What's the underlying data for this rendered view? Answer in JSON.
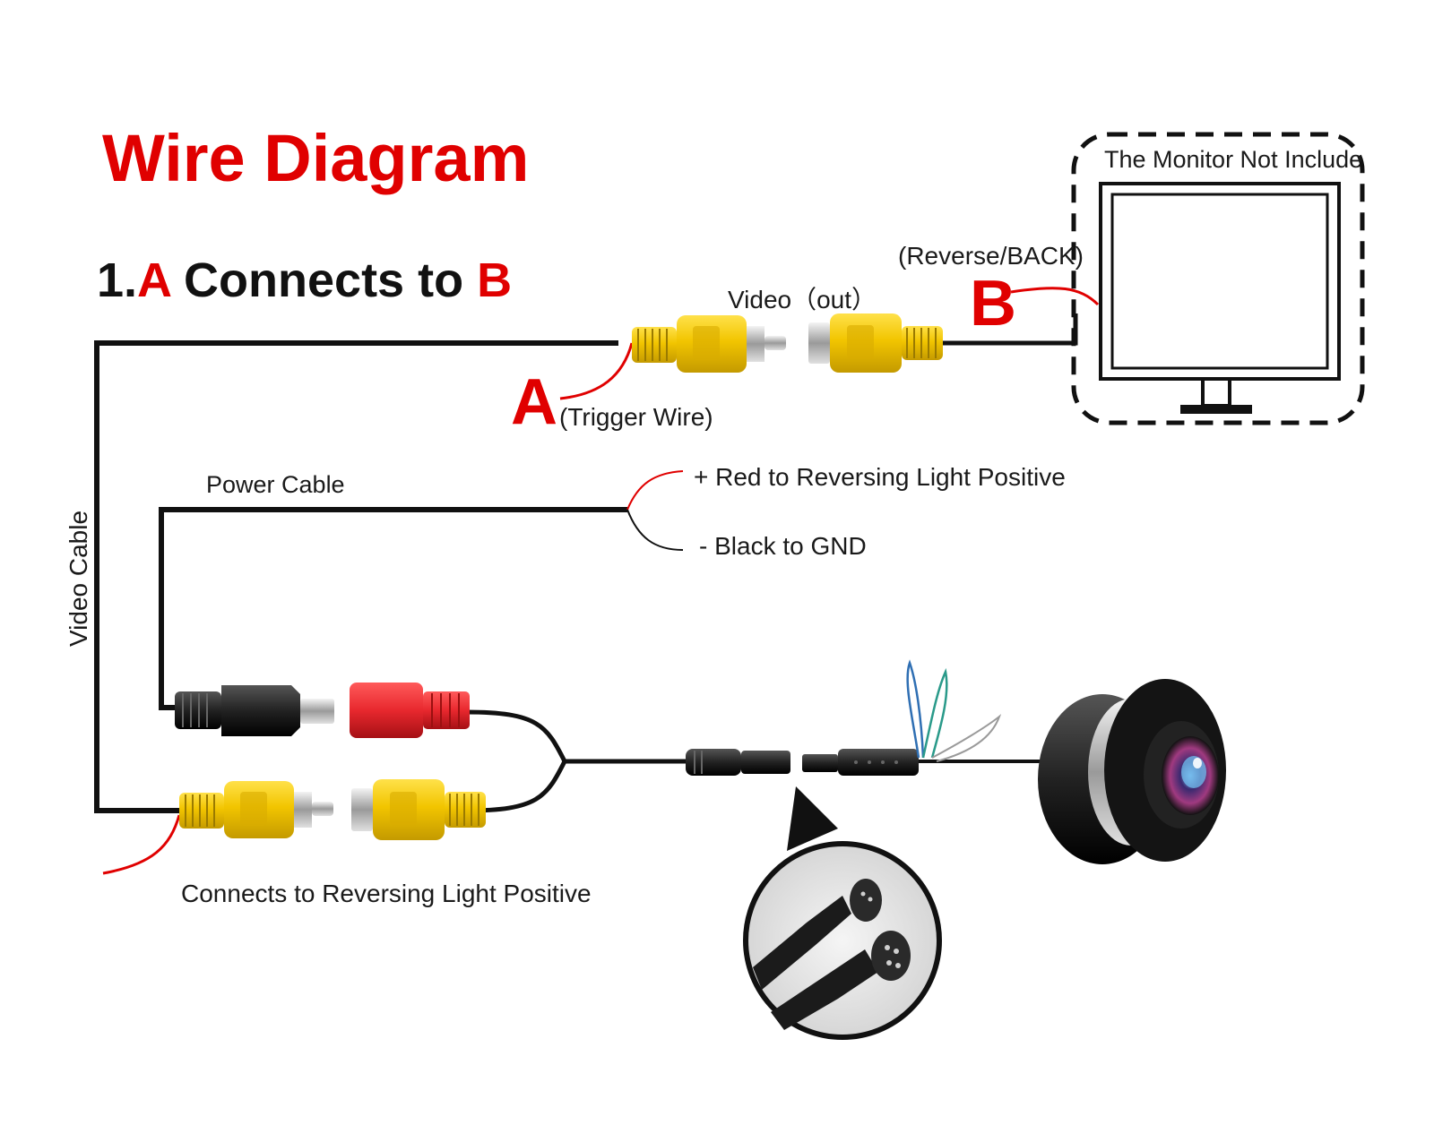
{
  "title": "Wire Diagram",
  "subtitle": {
    "prefix": "1.",
    "a": "A",
    "middle": " Connects to ",
    "b": "B"
  },
  "labels": {
    "video_out": "Video（out）",
    "reverse_back": "(Reverse/BACK)",
    "letter_b": "B",
    "letter_a": "A",
    "trigger_wire": "(Trigger Wire)",
    "monitor_not_include": "The Monitor Not Include",
    "power_cable": "Power Cable",
    "red_positive": "+ Red to Reversing Light Positive",
    "black_gnd": "- Black to GND",
    "video_cable": "Video Cable",
    "connects_reversing": "Connects to Reversing Light Positive"
  },
  "colors": {
    "accent_red": "#e00000",
    "rca_yellow": "#f2c500",
    "dc_red": "#e8282e",
    "cable_black": "#111111",
    "wire_blue": "#2f6fb3",
    "wire_teal": "#2a9a8a"
  },
  "icons": [
    "monitor-icon",
    "rear-camera-icon",
    "connector-zoom-icon"
  ]
}
